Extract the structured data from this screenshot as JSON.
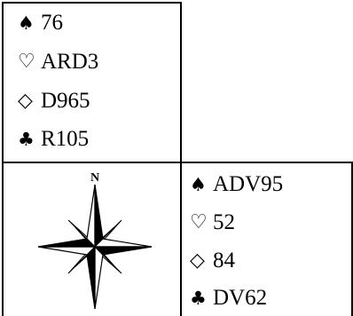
{
  "north": {
    "spades": {
      "suit": "♠",
      "cards": "76"
    },
    "hearts": {
      "suit": "♡",
      "cards": "ARD3"
    },
    "diamonds": {
      "suit": "◇",
      "cards": "D965"
    },
    "clubs": {
      "suit": "♣",
      "cards": "R105"
    }
  },
  "compass": {
    "north_label": "N"
  },
  "south": {
    "spades": {
      "suit": "♠",
      "cards": "ADV95"
    },
    "hearts": {
      "suit": "♡",
      "cards": "52"
    },
    "diamonds": {
      "suit": "◇",
      "cards": "84"
    },
    "clubs": {
      "suit": "♣",
      "cards": "DV62"
    }
  }
}
